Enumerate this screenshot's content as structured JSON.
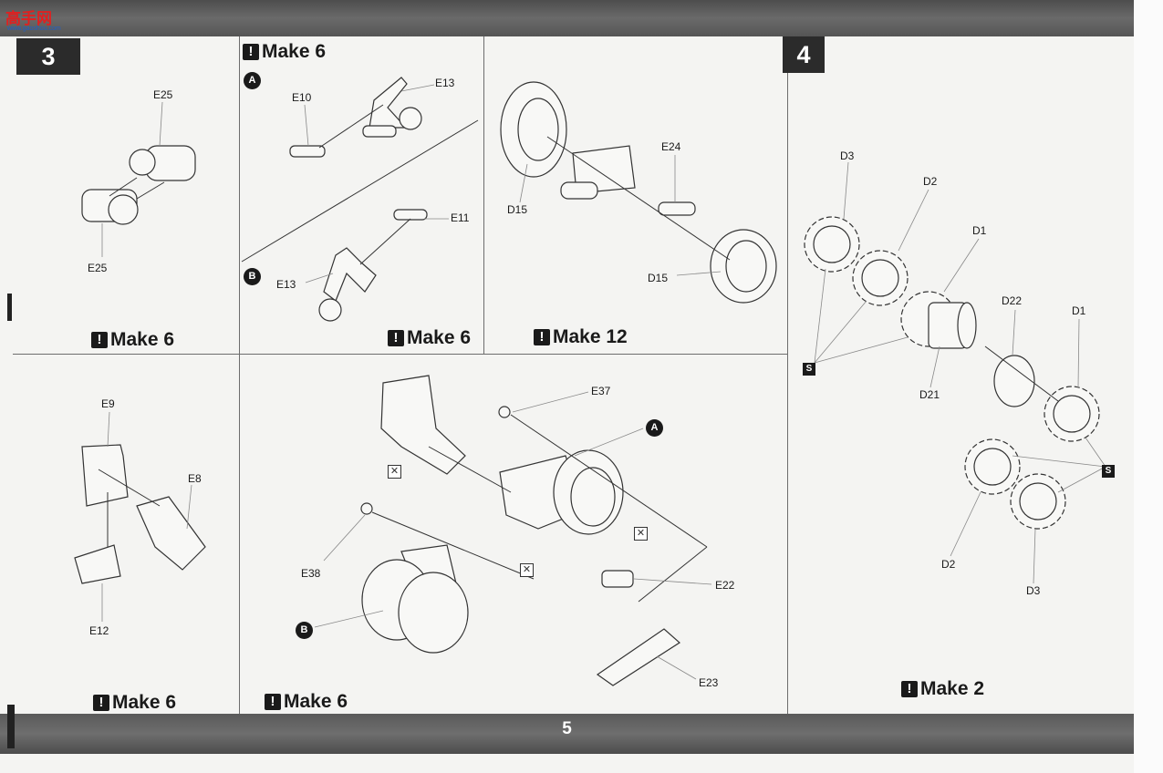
{
  "watermark": {
    "logo": "高手网",
    "url": "www.gaoshou.com"
  },
  "page_number": "5",
  "steps": {
    "step3": "3",
    "step4": "4"
  },
  "make_labels": {
    "p1": "Make 6",
    "p2_top": "Make 6",
    "p2_bottom": "Make 6",
    "p3": "Make 12",
    "p4": "Make 6",
    "p5": "Make 6",
    "p6": "Make 2"
  },
  "sub_markers": {
    "a": "A",
    "b": "B"
  },
  "s_marker": "S",
  "part_labels": {
    "p1_e25_top": "E25",
    "p1_e25_bot": "E25",
    "p2_e10": "E10",
    "p2_e13_top": "E13",
    "p2_e11": "E11",
    "p2_e13_bot": "E13",
    "p3_e24": "E24",
    "p3_d15_left": "D15",
    "p3_d15_right": "D15",
    "p4_e9": "E9",
    "p4_e8": "E8",
    "p4_e12": "E12",
    "p5_e37": "E37",
    "p5_e38": "E38",
    "p5_e22": "E22",
    "p5_e23": "E23",
    "p6_d3_top": "D3",
    "p6_d2_top": "D2",
    "p6_d1_top": "D1",
    "p6_d22": "D22",
    "p6_d1_right": "D1",
    "p6_d21": "D21",
    "p6_d2_bot": "D2",
    "p6_d3_bot": "D3"
  }
}
